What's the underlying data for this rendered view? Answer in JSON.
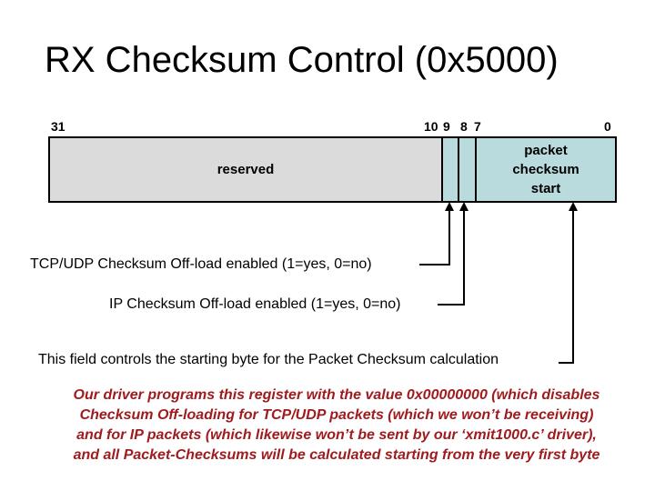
{
  "title": "RX Checksum Control (0x5000)",
  "register": {
    "bit_labels": {
      "b31": "31",
      "b10": "10",
      "b9": "9",
      "b8": "8",
      "b7": "7",
      "b0": "0"
    },
    "fields": [
      {
        "name": "reserved",
        "label": "reserved",
        "color": "#DBDBDB"
      },
      {
        "name": "bit-9-tcp-udp-checksum-offload",
        "label": "",
        "color": "#B9DBDE"
      },
      {
        "name": "bit-8-ip-checksum-offload",
        "label": "",
        "color": "#B9DBDE"
      },
      {
        "name": "packet-checksum-start",
        "label_lines": [
          "packet",
          "checksum",
          "start"
        ],
        "color": "#B9DBDE"
      }
    ]
  },
  "annotations": {
    "tcp_udp": "TCP/UDP Checksum Off-load enabled (1=yes, 0=no)",
    "ip": "IP Checksum Off-load enabled (1=yes, 0=no)",
    "field_note": "This field controls the starting byte for the Packet Checksum calculation"
  },
  "note": {
    "color": "#A01B1E",
    "lines": [
      "Our driver programs this register with the value 0x00000000 (which disables",
      "Checksum Off-loading for TCP/UDP packets (which we won’t be receiving)",
      "and for IP packets (which likewise won’t be sent by our ‘xmit1000.c’ driver),",
      "and all Packet-Checksums will be calculated starting from the very first byte"
    ]
  }
}
